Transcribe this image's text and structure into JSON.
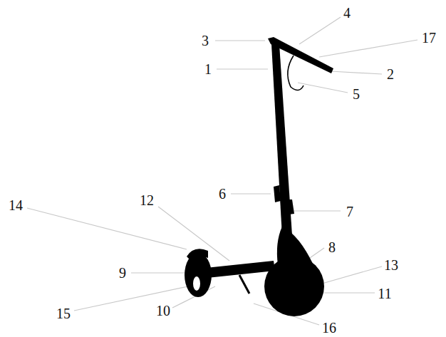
{
  "diagram": {
    "labels": [
      "4",
      "3",
      "17",
      "1",
      "2",
      "5",
      "14",
      "12",
      "6",
      "7",
      "8",
      "13",
      "9",
      "11",
      "15",
      "10",
      "16"
    ]
  }
}
